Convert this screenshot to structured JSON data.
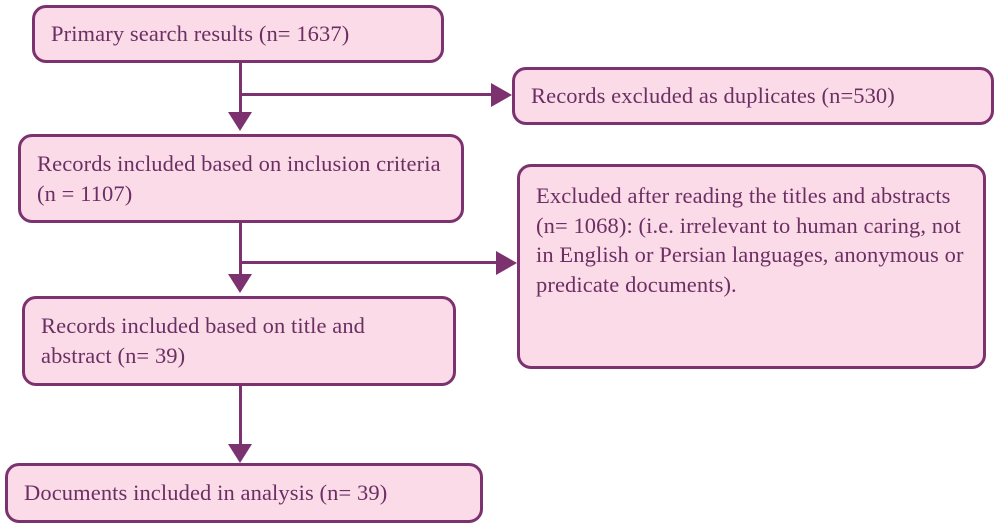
{
  "diagram": {
    "type": "prisma-flow-diagram",
    "colors": {
      "node_fill": "#fadbe7",
      "node_border": "#7d3270",
      "text": "#6b2f63",
      "connector": "#7d3270",
      "background": "#ffffff"
    },
    "nodes": [
      {
        "id": "primary",
        "label": "Primary search results (n= 1637)",
        "count": 1637,
        "stage": "identification",
        "column": "main"
      },
      {
        "id": "duplicates",
        "label": "Records excluded as duplicates (n=530)",
        "count": 530,
        "stage": "exclusion",
        "column": "side"
      },
      {
        "id": "inclusion",
        "label": "Records included based on inclusion criteria (n = 1107)",
        "count": 1107,
        "stage": "screening",
        "column": "main"
      },
      {
        "id": "excluded-titles-abstracts",
        "label": "Excluded after reading the titles and abstracts (n= 1068): (i.e. irrelevant to human caring, not in English or Persian languages, anonymous or predicate documents).",
        "count": 1068,
        "stage": "exclusion",
        "column": "side"
      },
      {
        "id": "title-abstract",
        "label": "Records included based on title and abstract (n= 39)",
        "count": 39,
        "stage": "eligibility",
        "column": "main"
      },
      {
        "id": "analysis",
        "label": "Documents included in analysis (n= 39)",
        "count": 39,
        "stage": "included",
        "column": "main"
      }
    ],
    "edges": [
      {
        "id": "edge-primary-to-inclusion",
        "from": "primary",
        "to": "inclusion",
        "direction": "down"
      },
      {
        "id": "edge-primary-to-duplicates",
        "from": "primary",
        "to": "duplicates",
        "direction": "right"
      },
      {
        "id": "edge-inclusion-to-title-abstract",
        "from": "inclusion",
        "to": "title-abstract",
        "direction": "down"
      },
      {
        "id": "edge-inclusion-to-excluded",
        "from": "inclusion",
        "to": "excluded-titles-abstracts",
        "direction": "right"
      },
      {
        "id": "edge-title-abstract-to-analysis",
        "from": "title-abstract",
        "to": "analysis",
        "direction": "down"
      }
    ]
  }
}
